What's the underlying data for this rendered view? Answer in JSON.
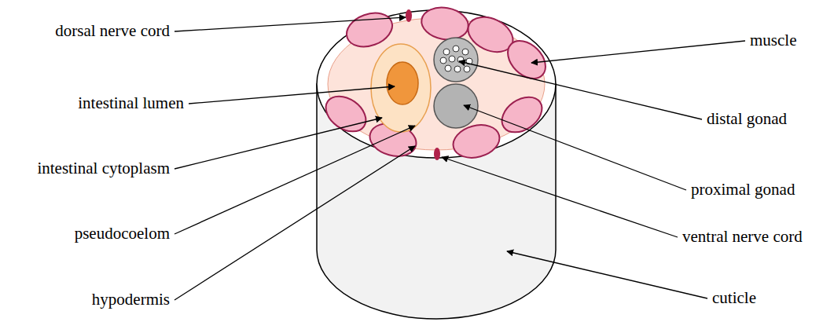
{
  "diagram": {
    "labels": [
      "dorsal nerve cord",
      "intestinal lumen",
      "intestinal cytoplasm",
      "pseudocoelom",
      "hypodermis",
      "muscle",
      "distal gonad",
      "proximal gonad",
      "ventral nerve cord",
      "cuticle"
    ]
  }
}
